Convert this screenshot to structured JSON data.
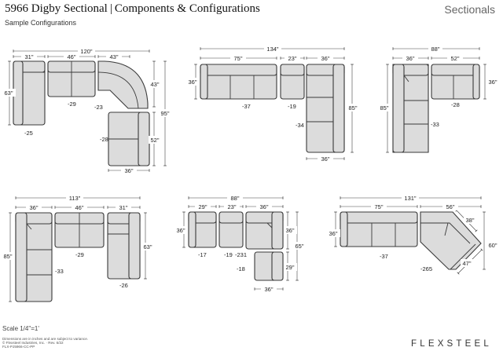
{
  "header": {
    "model": "5966 Digby Sectional",
    "separator": "|",
    "title": "Components & Configurations",
    "category": "Sectionals",
    "subtitle": "Sample Configurations"
  },
  "configs": [
    {
      "dims": [
        "120\"",
        "31\"",
        "46\"",
        "43\"",
        "63\"",
        "43\"",
        "95\"",
        "52\"",
        "36\""
      ],
      "parts": [
        "-25",
        "-29",
        "-23",
        "-28"
      ]
    },
    {
      "dims": [
        "134\"",
        "75\"",
        "23\"",
        "36\"",
        "36\"",
        "85\"",
        "36\""
      ],
      "parts": [
        "-37",
        "-19",
        "-34"
      ]
    },
    {
      "dims": [
        "88\"",
        "36\"",
        "52\"",
        "36\"",
        "85\""
      ],
      "parts": [
        "-28",
        "-33"
      ]
    },
    {
      "dims": [
        "113\"",
        "36\"",
        "46\"",
        "31\"",
        "85\"",
        "63\""
      ],
      "parts": [
        "-29",
        "-33",
        "-26"
      ]
    },
    {
      "dims": [
        "88\"",
        "29\"",
        "23\"",
        "36\"",
        "36\"",
        "36\"",
        "65\"",
        "29\"",
        "36\""
      ],
      "parts": [
        "-17",
        "-19",
        "-231",
        "-18"
      ]
    },
    {
      "dims": [
        "131\"",
        "75\"",
        "56\"",
        "36\"",
        "38\"",
        "60\"",
        "47\""
      ],
      "parts": [
        "-37",
        "-265"
      ]
    }
  ],
  "footer": {
    "scale": "Scale 1/4\"=1'",
    "note1": "Dimensions are in inches and are subject to variance.",
    "note2": "© Flexsteel Industries, Inc. · Rev. 6/22",
    "note3": "FLX-PJ5966-CC-PP",
    "logo": "FLEXSTEEL"
  }
}
